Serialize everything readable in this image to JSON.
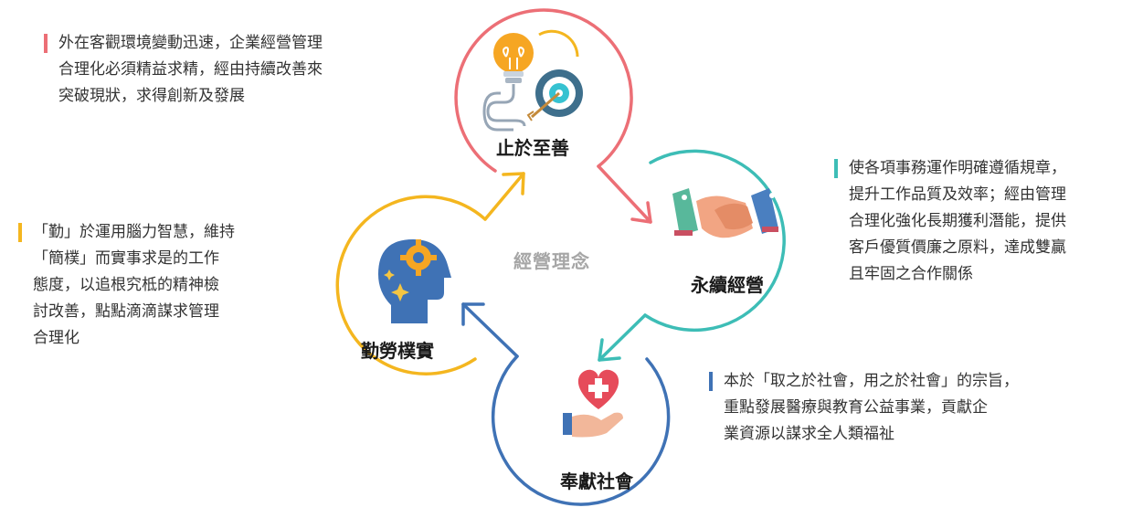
{
  "center_title": "經營理念",
  "nodes": [
    {
      "id": "top",
      "label": "止於至善",
      "icon": "lightbulb-target-icon",
      "color": "#ec6f76"
    },
    {
      "id": "right",
      "label": "永續經營",
      "icon": "handshake-icon",
      "color": "#3dbdb6"
    },
    {
      "id": "bottom",
      "label": "奉獻社會",
      "icon": "heart-hand-icon",
      "color": "#3f72b5"
    },
    {
      "id": "left",
      "label": "勤勞樸實",
      "icon": "head-gear-icon",
      "color": "#f4b61f"
    }
  ],
  "descriptions": {
    "top": [
      "外在客觀環境變動迅速，企業經營管理",
      "合理化必須精益求精，經由持續改善來",
      "突破現狀，求得創新及發展"
    ],
    "right": [
      "使各項事務運作明確遵循規章，",
      "提升工作品質及效率；經由管理",
      "合理化強化長期獲利潛能，提供",
      "客戶優質價廉之原料，達成雙贏",
      "且牢固之合作關係"
    ],
    "bottom": [
      "本於「取之於社會，用之於社會」的宗旨，",
      "重點發展醫療與教育公益事業，貢獻企",
      "業資源以謀求全人類福祉"
    ],
    "left": [
      "「勤」於運用腦力智慧，維持",
      "「簡樸」而實事求是的工作",
      "態度，以追根究柢的精神檢",
      "討改善，點點滴滴謀求管理",
      "合理化"
    ]
  }
}
